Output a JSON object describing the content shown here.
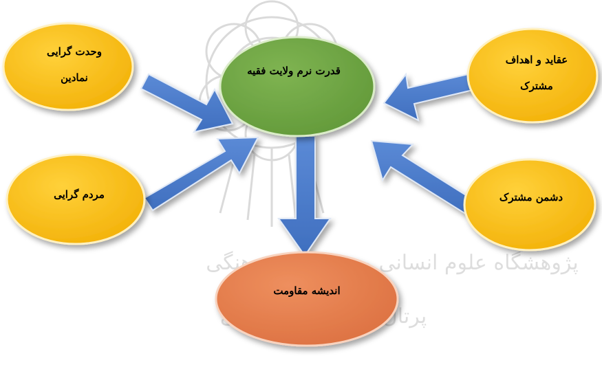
{
  "nodes": {
    "center": {
      "lines": [
        "قدرت نرم ولایت فقیه"
      ],
      "color": "#6ea344"
    },
    "top_left": {
      "lines": [
        "وحدت گرایی",
        "نمادین"
      ],
      "color": "#f7bd12"
    },
    "top_right": {
      "lines": [
        "عقاید و اهداف",
        "مشترک"
      ],
      "color": "#f7bd12"
    },
    "mid_left": {
      "lines": [
        "مردم گرایی"
      ],
      "color": "#f7bd12"
    },
    "mid_right": {
      "lines": [
        "دشمن مشترک"
      ],
      "color": "#f7bd12"
    },
    "bottom": {
      "lines": [
        "اندیشه مقاومت"
      ],
      "color": "#e57e4c"
    }
  },
  "arrow_color": "#4a7ac9",
  "watermark": {
    "line1": "پژوهشگاه علوم انسانی و مطالعات فرهنگی",
    "line2": "پرتال جامع علوم انسانی"
  }
}
